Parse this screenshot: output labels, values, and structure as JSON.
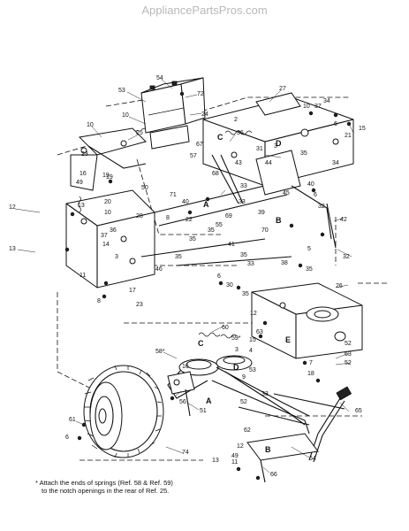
{
  "watermark": "AppliancePartsPros.com",
  "footnote": {
    "line1": "*  Attach the ends of springs (Ref. 58 & Ref. 59)",
    "line2": "to the notch openings in the rear of Ref. 25."
  },
  "callouts": [
    "54",
    "53",
    "72",
    "10",
    "24",
    "25",
    "27",
    "34",
    "10",
    "37",
    "15",
    "10",
    "2",
    "36",
    "C",
    "6",
    "21",
    "23",
    "19",
    "16",
    "3",
    "67",
    "31",
    "D",
    "35",
    "57",
    "43",
    "44",
    "34",
    "49",
    "50",
    "19",
    "68",
    "33",
    "45",
    "40",
    "12",
    "20",
    "71",
    "40",
    "6",
    "13",
    "33",
    "10",
    "28",
    "32",
    "22",
    "A",
    "69",
    "39",
    "8",
    "B",
    "55",
    "35",
    "36",
    "41",
    "42",
    "37",
    "14",
    "70",
    "35",
    "35",
    "13",
    "5",
    "33",
    "38",
    "3",
    "35",
    "32",
    "35",
    "46",
    "11",
    "17",
    "30",
    "6",
    "26",
    "23",
    "8",
    "35",
    "12",
    "60",
    "63",
    "C",
    "59*",
    "15",
    "E",
    "58*",
    "4",
    "52",
    "52",
    "16",
    "3",
    "D",
    "7",
    "63",
    "53",
    "9",
    "18",
    "56",
    "52",
    "33",
    "A",
    "65",
    "61",
    "51",
    "62",
    "6",
    "74",
    "12",
    "B",
    "49",
    "64",
    "11",
    "13",
    "66"
  ]
}
